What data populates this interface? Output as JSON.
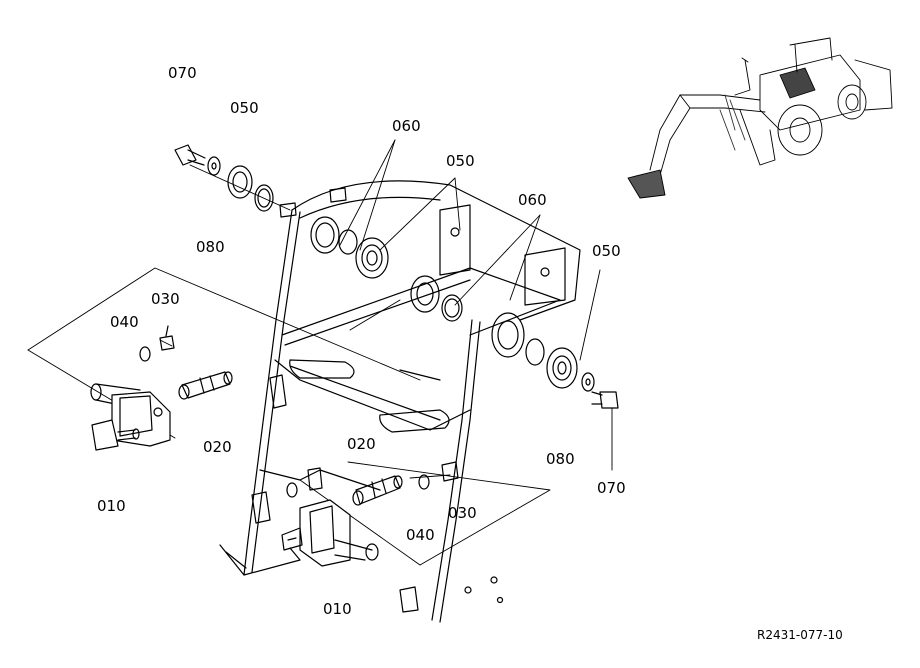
{
  "callouts": {
    "c070_top": "070",
    "c050_top": "050",
    "c080_left": "080",
    "c060_a": "060",
    "c050_mid": "050",
    "c060_b": "060",
    "c050_right": "050",
    "c030_left": "030",
    "c040_left": "040",
    "c020_left": "020",
    "c010_left": "010",
    "c080_right": "080",
    "c070_right": "070",
    "c020_mid": "020",
    "c040_mid": "040",
    "c030_mid": "030",
    "c010_bottom": "010"
  },
  "reference_code": "R2431-077-10",
  "colors": {
    "line": "#000000",
    "background": "#ffffff"
  }
}
